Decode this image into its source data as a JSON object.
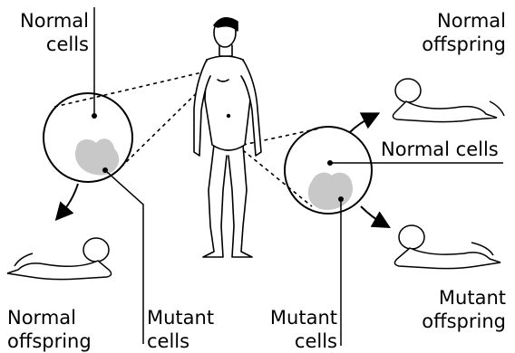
{
  "labels": {
    "top_left_line1": "Normal",
    "top_left_line2": "cells",
    "top_right_line1": "Normal",
    "top_right_line2": "offspring",
    "right_middle": "Normal cells",
    "bottom_left_line1": "Normal",
    "bottom_left_line2": "offspring",
    "bottom_mutant_left_line1": "Mutant",
    "bottom_mutant_left_line2": "cells",
    "bottom_mutant_mid_line1": "Mutant",
    "bottom_mutant_mid_line2": "cells",
    "bottom_right_line1": "Mutant",
    "bottom_right_line2": "offspring"
  },
  "colors": {
    "line": "#000000",
    "mutant_patch": "#c8c8c8",
    "circle_fill": "#ffffff"
  }
}
